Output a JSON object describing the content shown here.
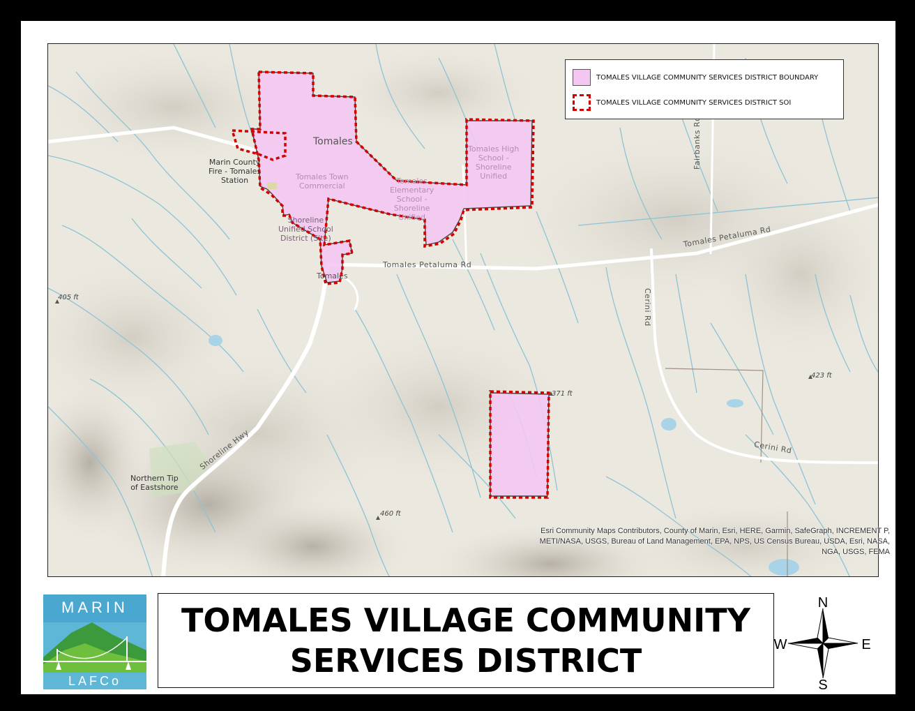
{
  "legend": {
    "boundary_label": "TOMALES VILLAGE COMMUNITY SERVICES DISTRICT BOUNDARY",
    "soi_label": "TOMALES VILLAGE COMMUNITY SERVICES DISTRICT SOI",
    "boundary_fill": "#f4c6f2",
    "soi_stroke": "#d40000"
  },
  "map_labels": {
    "town": "Tomales",
    "town_small": "Tomales",
    "fire_station": [
      "Marin County",
      "Fire - Tomales",
      "Station"
    ],
    "town_commercial": [
      "Tomales Town",
      "Commercial"
    ],
    "elementary": [
      "Tomales",
      "Elementary",
      "School -",
      "Shoreline",
      "Unified"
    ],
    "high_school": [
      "Tomales High",
      "School -",
      "Shoreline",
      "Unified"
    ],
    "district": [
      "Shoreline",
      "Unified School",
      "District (Site)"
    ],
    "northern_tip": [
      "Northern Tip",
      "of Eastshore"
    ],
    "road_petaluma_1": "Tomales Petaluma Rd",
    "road_petaluma_2": "Tomales Petaluma Rd",
    "road_fairbanks": "Fairbanks Rd",
    "road_cerini_v": "Cerini Rd",
    "road_cerini_h": "Cerini Rd",
    "road_shoreline": "Shoreline Hwy",
    "elev_405": "405 ft",
    "elev_371": "371 ft",
    "elev_423": "423 ft",
    "elev_460": "460 ft"
  },
  "attribution": [
    "Esri Community Maps Contributors, County of Marin, Esri, HERE, Garmin, SafeGraph, INCREMENT P,",
    "METI/NASA, USGS, Bureau of Land Management, EPA, NPS, US Census Bureau, USDA, Esri, NASA,",
    "NGA, USGS, FEMA"
  ],
  "title_lines": [
    "TOMALES VILLAGE COMMUNITY",
    "SERVICES DISTRICT"
  ],
  "logo": {
    "top": "MARIN",
    "bottom": "LAFCo"
  },
  "compass": {
    "n": "N",
    "s": "S",
    "e": "E",
    "w": "W"
  }
}
